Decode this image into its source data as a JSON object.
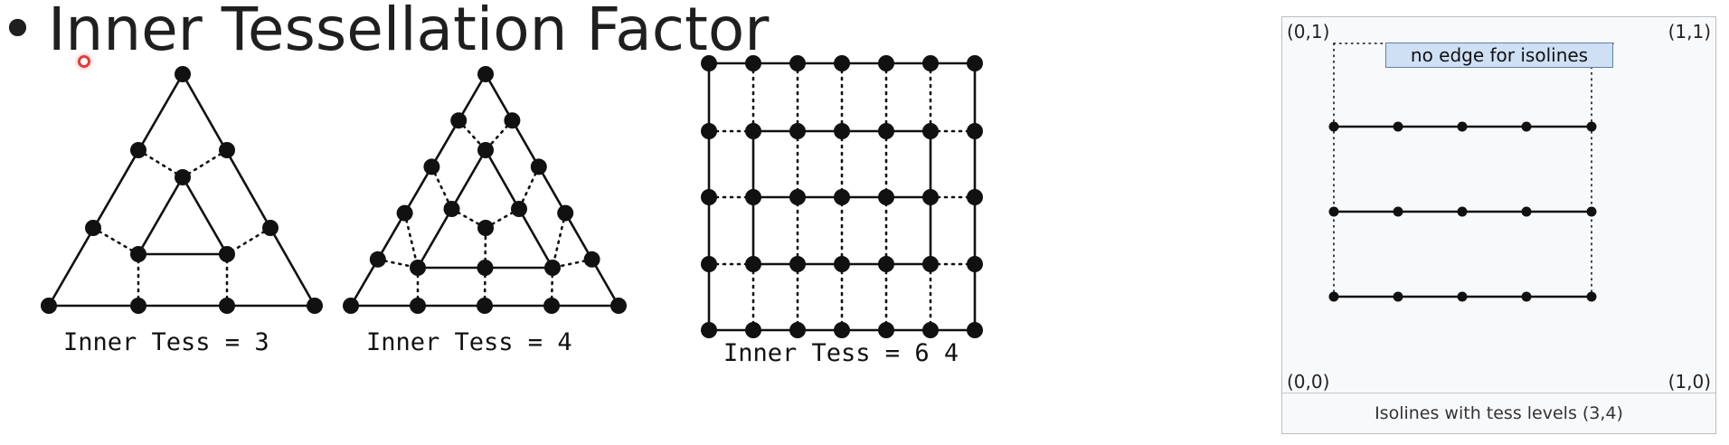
{
  "slide": {
    "title_bullet": "•",
    "title": "Inner Tessellation Factor"
  },
  "diagrams": {
    "tri3_caption": "Inner Tess = 3",
    "tri4_caption": "Inner Tess = 4",
    "quad_caption": "Inner Tess = 6 4"
  },
  "isolines_panel": {
    "corner_top_left": "(0,1)",
    "corner_top_right": "(1,1)",
    "corner_bottom_left": "(0,0)",
    "corner_bottom_right": "(1,0)",
    "edge_label": "no edge for isolines",
    "caption": "Isolines with tess levels (3,4)"
  },
  "colors": {
    "line": "#111111",
    "label_fill": "#cfe0f5",
    "cursor": "#e23b3b"
  }
}
